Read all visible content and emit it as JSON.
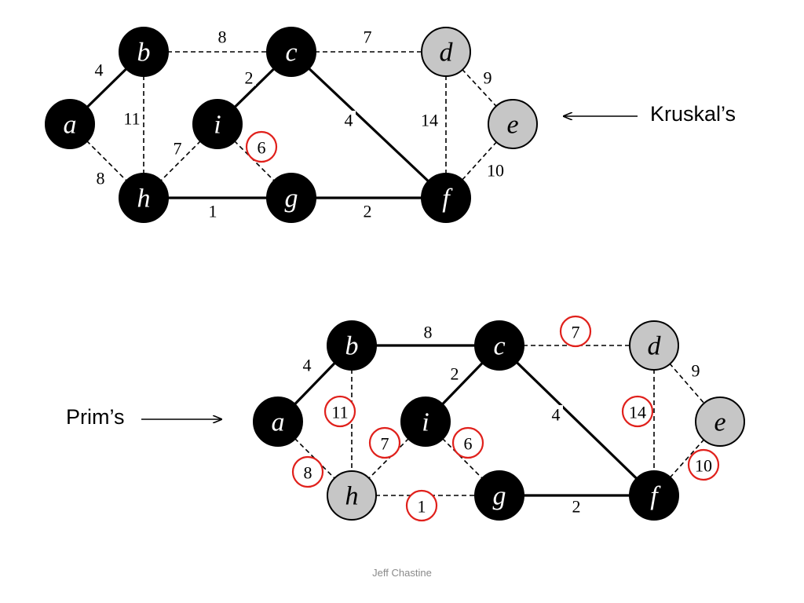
{
  "colors": {
    "node_black": "#000000",
    "node_gray": "#c6c6c6",
    "label_on_black": "#ffffff",
    "label_on_gray": "#000000",
    "highlight_circle": "#e0201b",
    "edge": "#000000",
    "footer_text": "#8a8a8a"
  },
  "graphs": [
    {
      "id": "kruskal",
      "caption": "Kruskal’s",
      "nodes": [
        {
          "id": "a",
          "label": "a",
          "style": "black"
        },
        {
          "id": "b",
          "label": "b",
          "style": "black"
        },
        {
          "id": "c",
          "label": "c",
          "style": "black"
        },
        {
          "id": "d",
          "label": "d",
          "style": "gray"
        },
        {
          "id": "e",
          "label": "e",
          "style": "gray"
        },
        {
          "id": "f",
          "label": "f",
          "style": "black"
        },
        {
          "id": "g",
          "label": "g",
          "style": "black"
        },
        {
          "id": "h",
          "label": "h",
          "style": "black"
        },
        {
          "id": "i",
          "label": "i",
          "style": "black"
        }
      ],
      "edges": [
        {
          "from": "a",
          "to": "b",
          "weight": "4",
          "style": "solid",
          "circled": false
        },
        {
          "from": "b",
          "to": "c",
          "weight": "8",
          "style": "dashed",
          "circled": false
        },
        {
          "from": "c",
          "to": "d",
          "weight": "7",
          "style": "dashed",
          "circled": false
        },
        {
          "from": "d",
          "to": "e",
          "weight": "9",
          "style": "dashed",
          "circled": false
        },
        {
          "from": "b",
          "to": "h",
          "weight": "11",
          "style": "dashed",
          "circled": false
        },
        {
          "from": "c",
          "to": "i",
          "weight": "2",
          "style": "solid",
          "circled": false
        },
        {
          "from": "c",
          "to": "f",
          "weight": "4",
          "style": "solid",
          "circled": false
        },
        {
          "from": "d",
          "to": "f",
          "weight": "14",
          "style": "dashed",
          "circled": false
        },
        {
          "from": "a",
          "to": "h",
          "weight": "8",
          "style": "dashed",
          "circled": false
        },
        {
          "from": "i",
          "to": "h",
          "weight": "7",
          "style": "dashed",
          "circled": false
        },
        {
          "from": "i",
          "to": "g",
          "weight": "6",
          "style": "dashed",
          "circled": true
        },
        {
          "from": "e",
          "to": "f",
          "weight": "10",
          "style": "dashed",
          "circled": false
        },
        {
          "from": "h",
          "to": "g",
          "weight": "1",
          "style": "solid",
          "circled": false
        },
        {
          "from": "g",
          "to": "f",
          "weight": "2",
          "style": "solid",
          "circled": false
        }
      ]
    },
    {
      "id": "prim",
      "caption": "Prim’s",
      "nodes": [
        {
          "id": "a",
          "label": "a",
          "style": "black"
        },
        {
          "id": "b",
          "label": "b",
          "style": "black"
        },
        {
          "id": "c",
          "label": "c",
          "style": "black"
        },
        {
          "id": "d",
          "label": "d",
          "style": "gray"
        },
        {
          "id": "e",
          "label": "e",
          "style": "gray"
        },
        {
          "id": "f",
          "label": "f",
          "style": "black"
        },
        {
          "id": "g",
          "label": "g",
          "style": "black"
        },
        {
          "id": "h",
          "label": "h",
          "style": "gray"
        },
        {
          "id": "i",
          "label": "i",
          "style": "black"
        }
      ],
      "edges": [
        {
          "from": "a",
          "to": "b",
          "weight": "4",
          "style": "solid",
          "circled": false
        },
        {
          "from": "b",
          "to": "c",
          "weight": "8",
          "style": "solid",
          "circled": false
        },
        {
          "from": "c",
          "to": "d",
          "weight": "7",
          "style": "dashed",
          "circled": true
        },
        {
          "from": "d",
          "to": "e",
          "weight": "9",
          "style": "dashed",
          "circled": false
        },
        {
          "from": "b",
          "to": "h",
          "weight": "11",
          "style": "dashed",
          "circled": true
        },
        {
          "from": "c",
          "to": "i",
          "weight": "2",
          "style": "solid",
          "circled": false
        },
        {
          "from": "c",
          "to": "f",
          "weight": "4",
          "style": "solid",
          "circled": false
        },
        {
          "from": "d",
          "to": "f",
          "weight": "14",
          "style": "dashed",
          "circled": true
        },
        {
          "from": "a",
          "to": "h",
          "weight": "8",
          "style": "dashed",
          "circled": true
        },
        {
          "from": "i",
          "to": "h",
          "weight": "7",
          "style": "dashed",
          "circled": true
        },
        {
          "from": "i",
          "to": "g",
          "weight": "6",
          "style": "dashed",
          "circled": true
        },
        {
          "from": "e",
          "to": "f",
          "weight": "10",
          "style": "dashed",
          "circled": true
        },
        {
          "from": "h",
          "to": "g",
          "weight": "1",
          "style": "dashed",
          "circled": true
        },
        {
          "from": "g",
          "to": "f",
          "weight": "2",
          "style": "solid",
          "circled": false
        }
      ]
    }
  ],
  "footer": "Jeff Chastine"
}
